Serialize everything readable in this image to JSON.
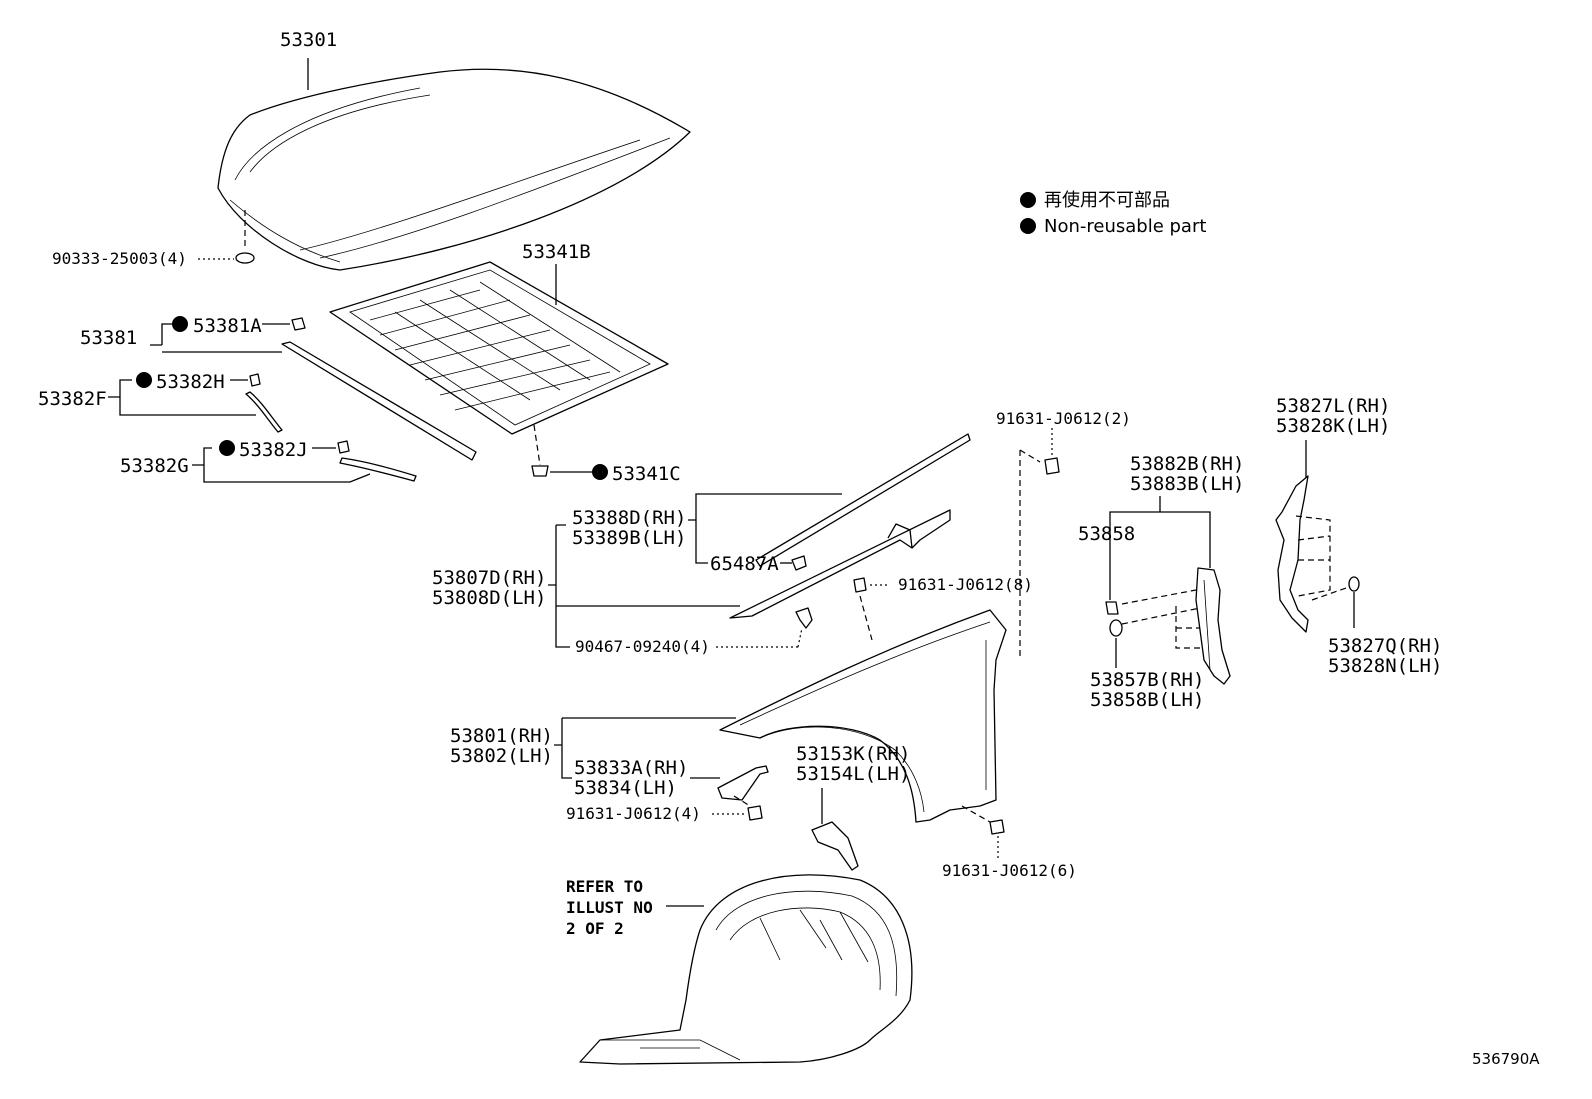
{
  "legend": {
    "line_ja": "再使用不可部品",
    "line_en": "Non-reusable part"
  },
  "callouts": {
    "hood": "53301",
    "hood_clip": "90333-25003(4)",
    "insulator": "53341B",
    "insulator_clip": "53341C",
    "seal_assy_a": "53381",
    "seal_a_clip": "53381A",
    "seal_assy_f": "53382F",
    "seal_h_clip": "53382H",
    "seal_assy_g": "53382G",
    "seal_j_clip": "53382J",
    "seal_d_rh": "53388D(RH)",
    "seal_b_lh": "53389B(LH)",
    "clip_65487a": "65487A",
    "fender_seal_rh": "53807D(RH)",
    "fender_seal_lh": "53808D(LH)",
    "clip_90467": "90467-09240(4)",
    "bolt_8": "91631-J0612(8)",
    "bolt_2": "91631-J0612(2)",
    "fender_rh": "53801(RH)",
    "fender_lh": "53802(LH)",
    "bracket_rh": "53833A(RH)",
    "bracket_lh": "53834(LH)",
    "bolt_4": "91631-J0612(4)",
    "liner_rh": "53153K(RH)",
    "liner_lh": "53154L(LH)",
    "bolt_6": "91631-J0612(6)",
    "refer_1": "REFER TO",
    "refer_2": "ILLUST NO",
    "refer_3": "2 OF 2",
    "protector_rh": "53882B(RH)",
    "protector_lh": "53883B(LH)",
    "clip_53858": "53858",
    "clip_b_rh": "53857B(RH)",
    "clip_b_lh": "53858B(LH)",
    "cover_rh": "53827L(RH)",
    "cover_lh": "53828K(LH)",
    "cover_clip_rh": "53827Q(RH)",
    "cover_clip_lh": "53828N(LH)"
  },
  "illustration_number": "536790A"
}
